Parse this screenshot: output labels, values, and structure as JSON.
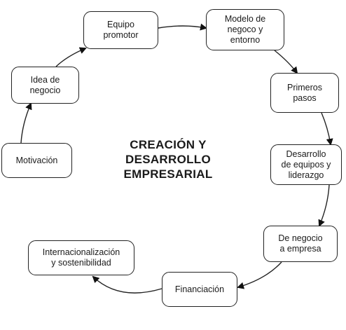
{
  "diagram": {
    "title": "CREACIÓN Y\nDESARROLLO\nEMPRESARIAL",
    "nodes": {
      "equipo": "Equipo\npromotor",
      "modelo": "Modelo de\nnegoco y\nentorno",
      "primeros": "Primeros\npasos",
      "desarrollo": "Desarrollo\nde equipos y\nliderazgo",
      "negocio": "De negocio\na empresa",
      "financiacion": "Financiación",
      "internacional": "Internacionalización\ny sostenibilidad",
      "motivacion": "Motivación",
      "idea": "Idea de\nnegocio"
    },
    "line_color": "#222222"
  }
}
